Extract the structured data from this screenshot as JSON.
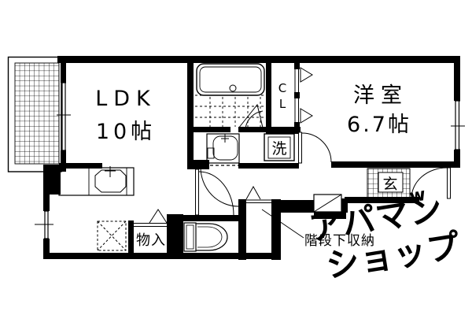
{
  "colors": {
    "ink": "#000000",
    "watermark": "#dcdcdc",
    "background": "#ffffff"
  },
  "floorplan": {
    "ldk": {
      "label": "LDK",
      "area": "10帖"
    },
    "western_room": {
      "label": "洋室",
      "area": "6.7帖"
    },
    "closet": {
      "line1": "C",
      "line2": "L"
    },
    "washer": {
      "label": "洗"
    },
    "storage_closet": {
      "label": "物入"
    },
    "entrance": {
      "label": "玄"
    },
    "under_stairs_storage": {
      "label": "階段下収納"
    }
  },
  "watermark": {
    "line1": "アパマン",
    "line2": "ショップ",
    "mark": "w"
  }
}
